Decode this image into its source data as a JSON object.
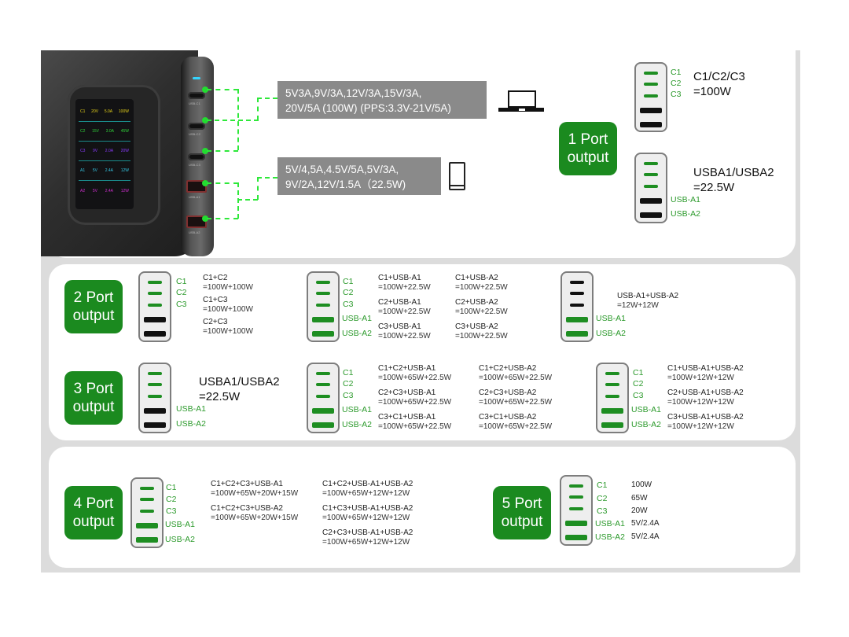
{
  "charger": {
    "display_rows": [
      {
        "port": "C1",
        "volt": "20V",
        "amp": "5.0A",
        "watt": "100W",
        "color": "#e6d21a"
      },
      {
        "port": "C2",
        "volt": "15V",
        "amp": "3.0A",
        "watt": "45W",
        "color": "#2fd23a"
      },
      {
        "port": "C3",
        "volt": "9V",
        "amp": "2.0A",
        "watt": "20W",
        "color": "#8a3cff"
      },
      {
        "port": "A1",
        "volt": "5V",
        "amp": "2.4A",
        "watt": "12W",
        "color": "#35c8e6"
      },
      {
        "port": "A2",
        "volt": "5V",
        "amp": "2.4A",
        "watt": "12W",
        "color": "#d02fd0"
      }
    ],
    "port_labels": [
      "USB-C1",
      "USB-C2",
      "USB-C3",
      "USB-A1",
      "USB-A2"
    ]
  },
  "specs": {
    "usb_c": {
      "line1": "5V3A,9V/3A,12V/3A,15V/3A,",
      "line2": "20V/5A (100W) (PPS:3.3V-21V/5A)",
      "device_icon": "laptop-icon"
    },
    "usb_a": {
      "line1": "5V/4,5A,4.5V/5A,5V/3A,",
      "line2": "9V/2A,12V/1.5A（22.5W)",
      "device_icon": "phone-icon"
    }
  },
  "colors": {
    "accent_green": "#1b8a1f",
    "port_label_green": "#2c9a2c",
    "connector_green": "#2ee83a",
    "spec_box_gray": "#8a8a8a"
  },
  "port_names": {
    "c1": "C1",
    "c2": "C2",
    "c3": "C3",
    "a1": "USB-A1",
    "a2": "USB-A2"
  },
  "sections": {
    "one": {
      "badge_line1": "1 Port",
      "badge_line2": "output",
      "c_label_line1": "C1/C2/C3",
      "c_label_line2": "=100W",
      "a_label_line1": "USBA1/USBA2",
      "a_label_line2": "=22.5W"
    },
    "two": {
      "badge_line1": "2 Port",
      "badge_line2": "output",
      "group1": [
        {
          "combo": "C1+C2",
          "power": "=100W+100W"
        },
        {
          "combo": "C1+C3",
          "power": "=100W+100W"
        },
        {
          "combo": "C2+C3",
          "power": "=100W+100W"
        }
      ],
      "group2_col1": [
        {
          "combo": "C1+USB-A1",
          "power": "=100W+22.5W"
        },
        {
          "combo": "C2+USB-A1",
          "power": "=100W+22.5W"
        },
        {
          "combo": "C3+USB-A1",
          "power": "=100W+22.5W"
        }
      ],
      "group2_col2": [
        {
          "combo": "C1+USB-A2",
          "power": "=100W+22.5W"
        },
        {
          "combo": "C2+USB-A2",
          "power": "=100W+22.5W"
        },
        {
          "combo": "C3+USB-A2",
          "power": "=100W+22.5W"
        }
      ],
      "group3": [
        {
          "combo": "USB-A1+USB-A2",
          "power": "=12W+12W"
        }
      ]
    },
    "three": {
      "badge_line1": "3 Port",
      "badge_line2": "output",
      "a_label_line1": "USBA1/USBA2",
      "a_label_line2": "=22.5W",
      "group2_col1": [
        {
          "combo": "C1+C2+USB-A1",
          "power": "=100W+65W+22.5W"
        },
        {
          "combo": "C2+C3+USB-A1",
          "power": "=100W+65W+22.5W"
        },
        {
          "combo": "C3+C1+USB-A1",
          "power": "=100W+65W+22.5W"
        }
      ],
      "group2_col2": [
        {
          "combo": "C1+C2+USB-A2",
          "power": "=100W+65W+22.5W"
        },
        {
          "combo": "C2+C3+USB-A2",
          "power": "=100W+65W+22.5W"
        },
        {
          "combo": "C3+C1+USB-A2",
          "power": "=100W+65W+22.5W"
        }
      ],
      "group3": [
        {
          "combo": "C1+USB-A1+USB-A2",
          "power": "=100W+12W+12W"
        },
        {
          "combo": "C2+USB-A1+USB-A2",
          "power": "=100W+12W+12W"
        },
        {
          "combo": "C3+USB-A1+USB-A2",
          "power": "=100W+12W+12W"
        }
      ]
    },
    "four": {
      "badge_line1": "4 Port",
      "badge_line2": "output",
      "col1": [
        {
          "combo": "C1+C2+C3+USB-A1",
          "power": "=100W+65W+20W+15W"
        },
        {
          "combo": "C1+C2+C3+USB-A2",
          "power": "=100W+65W+20W+15W"
        }
      ],
      "col2": [
        {
          "combo": "C1+C2+USB-A1+USB-A2",
          "power": "=100W+65W+12W+12W"
        },
        {
          "combo": "C1+C3+USB-A1+USB-A2",
          "power": "=100W+65W+12W+12W"
        },
        {
          "combo": "C2+C3+USB-A1+USB-A2",
          "power": "=100W+65W+12W+12W"
        }
      ]
    },
    "five": {
      "badge_line1": "5 Port",
      "badge_line2": "output",
      "values": [
        "100W",
        "65W",
        "20W",
        "5V/2.4A",
        "5V/2.4A"
      ]
    }
  }
}
